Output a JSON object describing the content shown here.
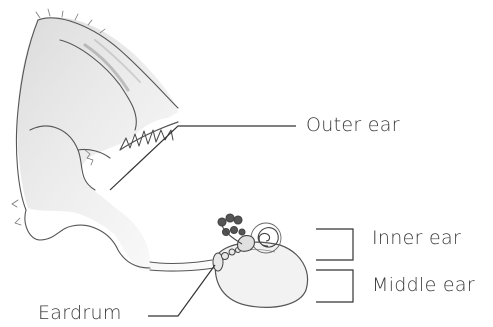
{
  "diagram": {
    "labels": {
      "outer_ear": "Outer ear",
      "inner_ear": "Inner ear",
      "middle_ear": "Middle ear",
      "eardrum": "Eardrum"
    }
  }
}
